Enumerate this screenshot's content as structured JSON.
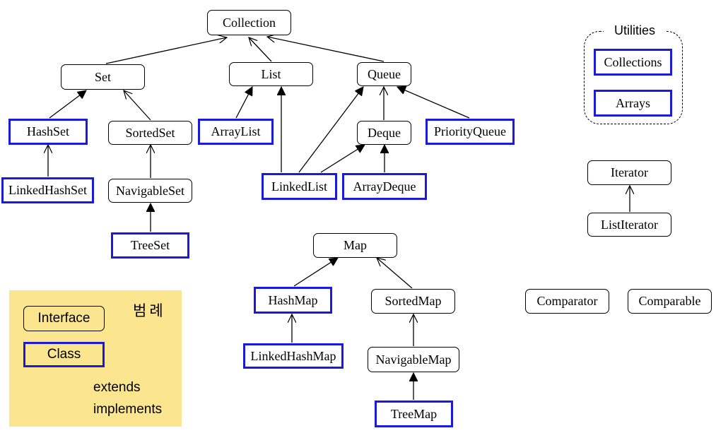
{
  "nodes": {
    "collection": "Collection",
    "set": "Set",
    "list": "List",
    "queue": "Queue",
    "hashset": "HashSet",
    "sortedset": "SortedSet",
    "arraylist": "ArrayList",
    "deque": "Deque",
    "priorityqueue": "PriorityQueue",
    "linkedhashset": "LinkedHashSet",
    "navigableset": "NavigableSet",
    "linkedlist": "LinkedList",
    "arraydeque": "ArrayDeque",
    "treeset": "TreeSet",
    "map": "Map",
    "hashmap": "HashMap",
    "sortedmap": "SortedMap",
    "linkedhashmap": "LinkedHashMap",
    "navigablemap": "NavigableMap",
    "treemap": "TreeMap",
    "iterator": "Iterator",
    "listiterator": "ListIterator",
    "comparator": "Comparator",
    "comparable": "Comparable",
    "collections": "Collections",
    "arrays": "Arrays"
  },
  "utilities": {
    "title": "Utilities"
  },
  "legend": {
    "title": "범례",
    "interface_label": "Interface",
    "class_label": "Class",
    "extends_label": "extends",
    "implements_label": "implements"
  },
  "colors": {
    "class_border": "#1a1adc",
    "interface_border": "#000000",
    "legend_background": "#fce58f"
  }
}
